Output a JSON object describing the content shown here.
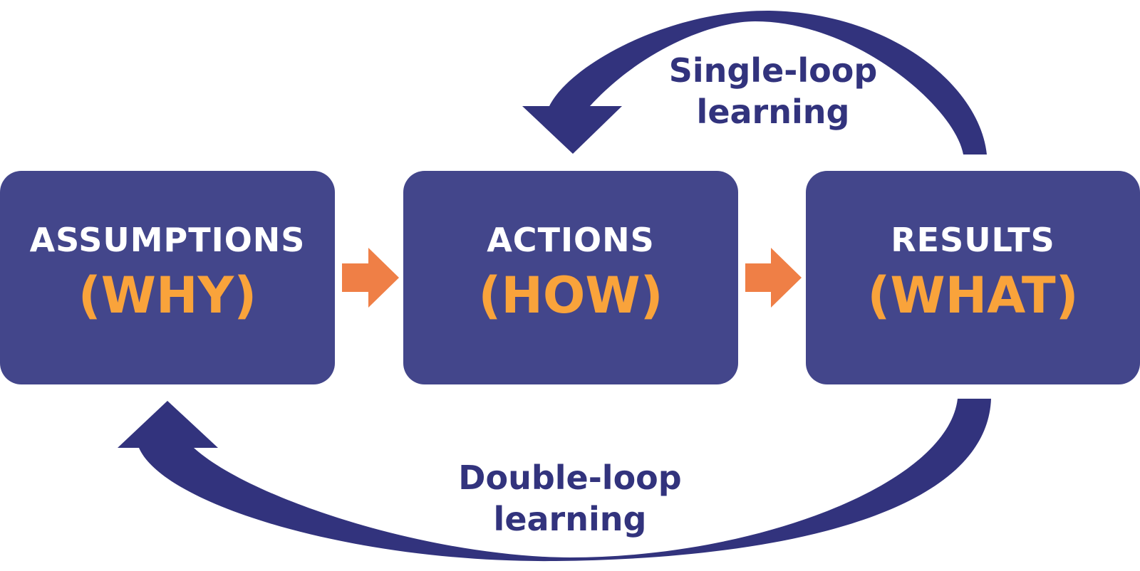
{
  "colors": {
    "box": "#43468b",
    "loop": "#32337d",
    "box_title": "#ffffff",
    "box_sub": "#f9a33b",
    "flow_arrow": "#ef7f46"
  },
  "boxes": [
    {
      "title": "ASSUMPTIONS",
      "sub": "(WHY)"
    },
    {
      "title": "ACTIONS",
      "sub": "(HOW)"
    },
    {
      "title": "RESULTS",
      "sub": "(WHAT)"
    }
  ],
  "loops": {
    "single": {
      "line1": "Single-loop",
      "line2": "learning"
    },
    "double": {
      "line1": "Double-loop",
      "line2": "learning"
    }
  }
}
